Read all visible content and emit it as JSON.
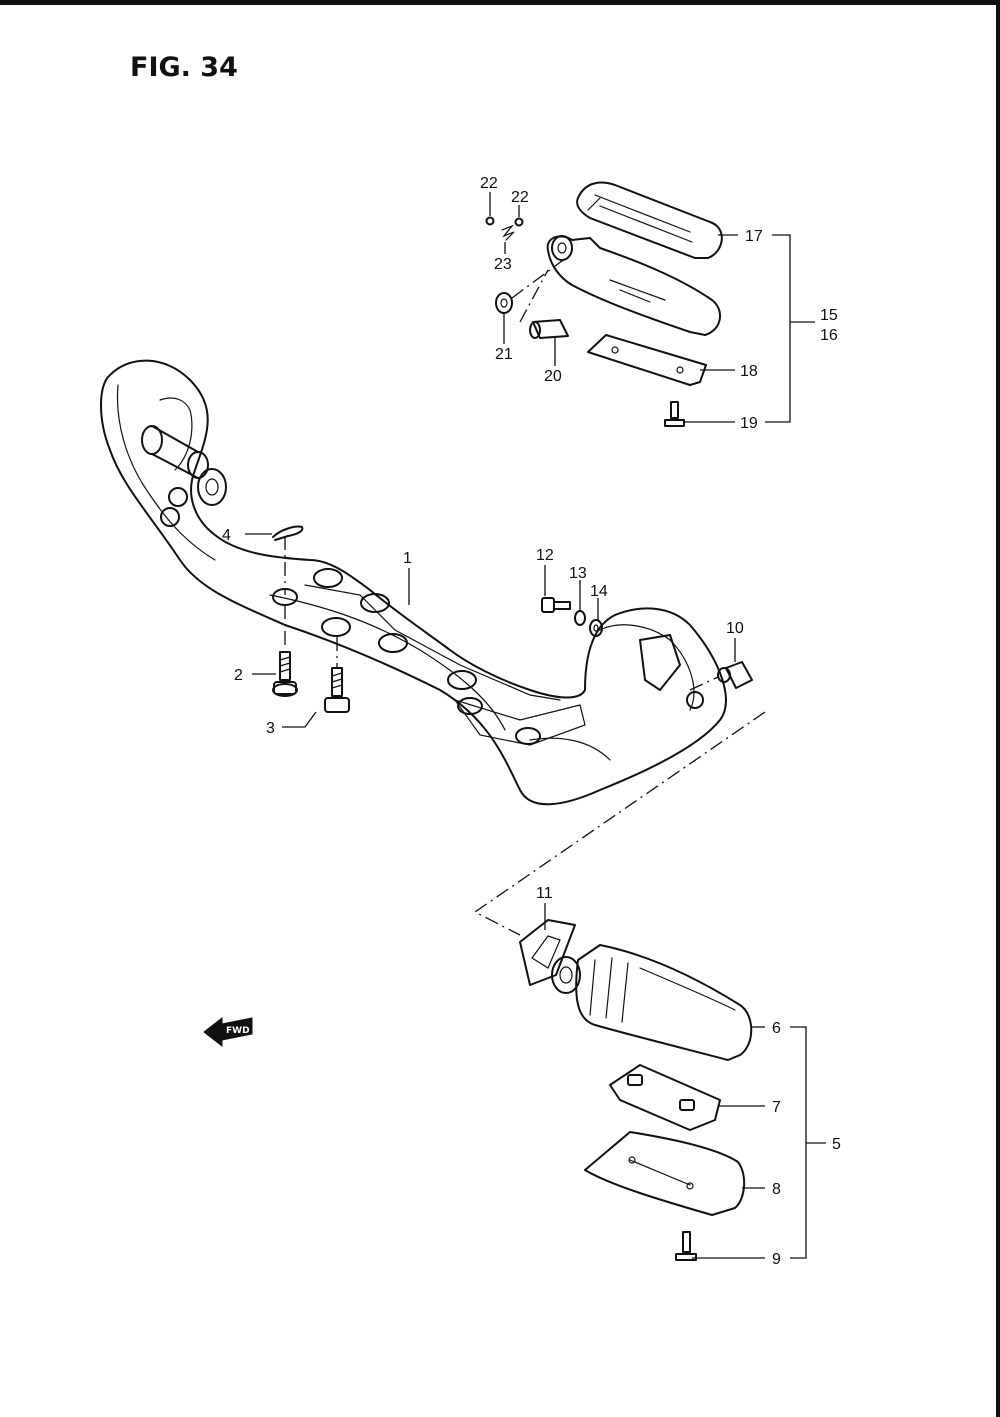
{
  "figure": {
    "title": "FIG. 34"
  },
  "callouts": {
    "c1": "1",
    "c2": "2",
    "c3": "3",
    "c4": "4",
    "c5": "5",
    "c6": "6",
    "c7": "7",
    "c8": "8",
    "c9": "9",
    "c10": "10",
    "c11": "11",
    "c12": "12",
    "c13": "13",
    "c14": "14",
    "c15": "15",
    "c16": "16",
    "c17": "17",
    "c18": "18",
    "c19": "19",
    "c20": "20",
    "c21": "21",
    "c22a": "22",
    "c22b": "22",
    "c23": "23"
  },
  "fwd_badge": {
    "label": "FWD"
  }
}
